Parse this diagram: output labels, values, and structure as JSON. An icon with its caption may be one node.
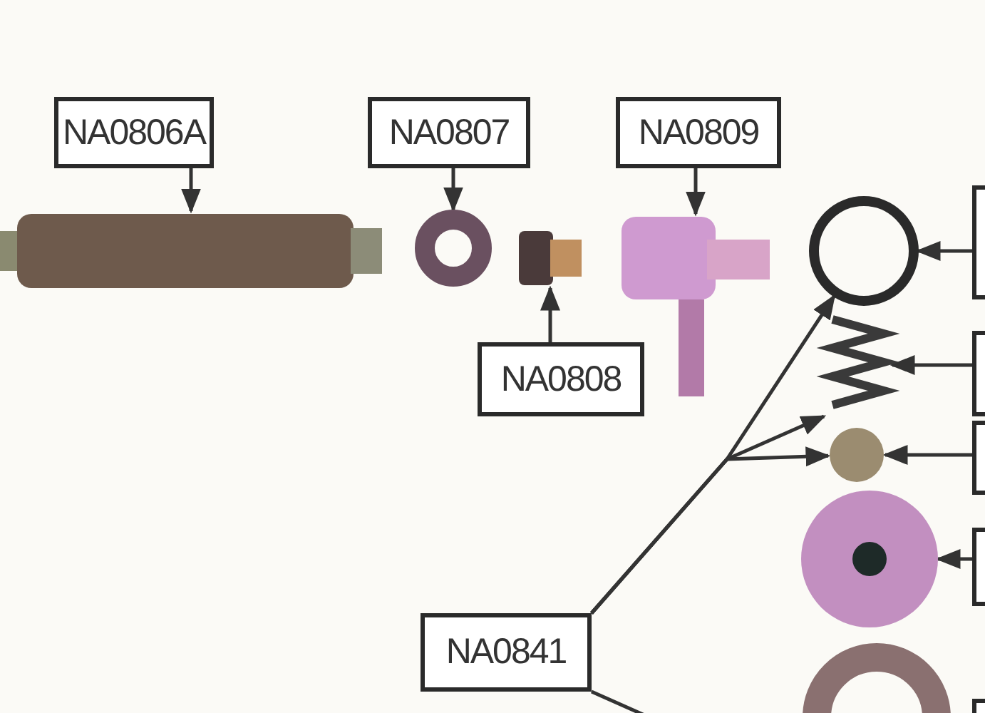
{
  "diagram": {
    "nodes": [
      {
        "text": [
          "NA0806A"
        ]
      },
      {
        "text": [],
        "shape": "cylinder"
      },
      {
        "text": [
          "NA0807"
        ]
      },
      {
        "text": [],
        "shape": "circle"
      },
      {
        "text": [
          "NA0809"
        ]
      },
      {
        "text": [],
        "shape": "picture"
      },
      {
        "text": [],
        "shape": "box"
      },
      {
        "text": [
          "NA0808"
        ]
      },
      {
        "text": [],
        "shape": "circle"
      },
      {
        "text": [],
        "shape": "picture"
      },
      {
        "text": [],
        "shape": "circle"
      },
      {
        "text": [],
        "shape": "picture"
      },
      {
        "text": [],
        "shape": "circle"
      },
      {
        "text": [
          "NA0841"
        ]
      },
      {
        "text": [],
        "shape": "box"
      },
      {
        "text": [],
        "shape": "box"
      },
      {
        "text": [],
        "shape": "box"
      },
      {
        "text": [],
        "shape": "box"
      },
      {
        "text": [],
        "shape": "box"
      }
    ],
    "edges": [
      {
        "from": 0,
        "to": 1,
        "arrow": "to"
      },
      {
        "from": 2,
        "to": 3,
        "arrow": "to"
      },
      {
        "from": 4,
        "to": 5,
        "arrow": "to"
      },
      {
        "from": 7,
        "to": 6,
        "arrow": "to"
      },
      {
        "from": 14,
        "to": 8,
        "arrow": "to"
      },
      {
        "from": 15,
        "to": 9,
        "arrow": "to"
      },
      {
        "from": 16,
        "to": 10,
        "arrow": "to"
      },
      {
        "from": 17,
        "to": 11,
        "arrow": "to"
      },
      {
        "from": 13,
        "to": 8,
        "arrow": "to"
      },
      {
        "from": 13,
        "to": 9,
        "arrow": "to"
      },
      {
        "from": 13,
        "to": 10,
        "arrow": "to"
      },
      {
        "from": 13,
        "to": null,
        "arrow": "none"
      }
    ]
  }
}
